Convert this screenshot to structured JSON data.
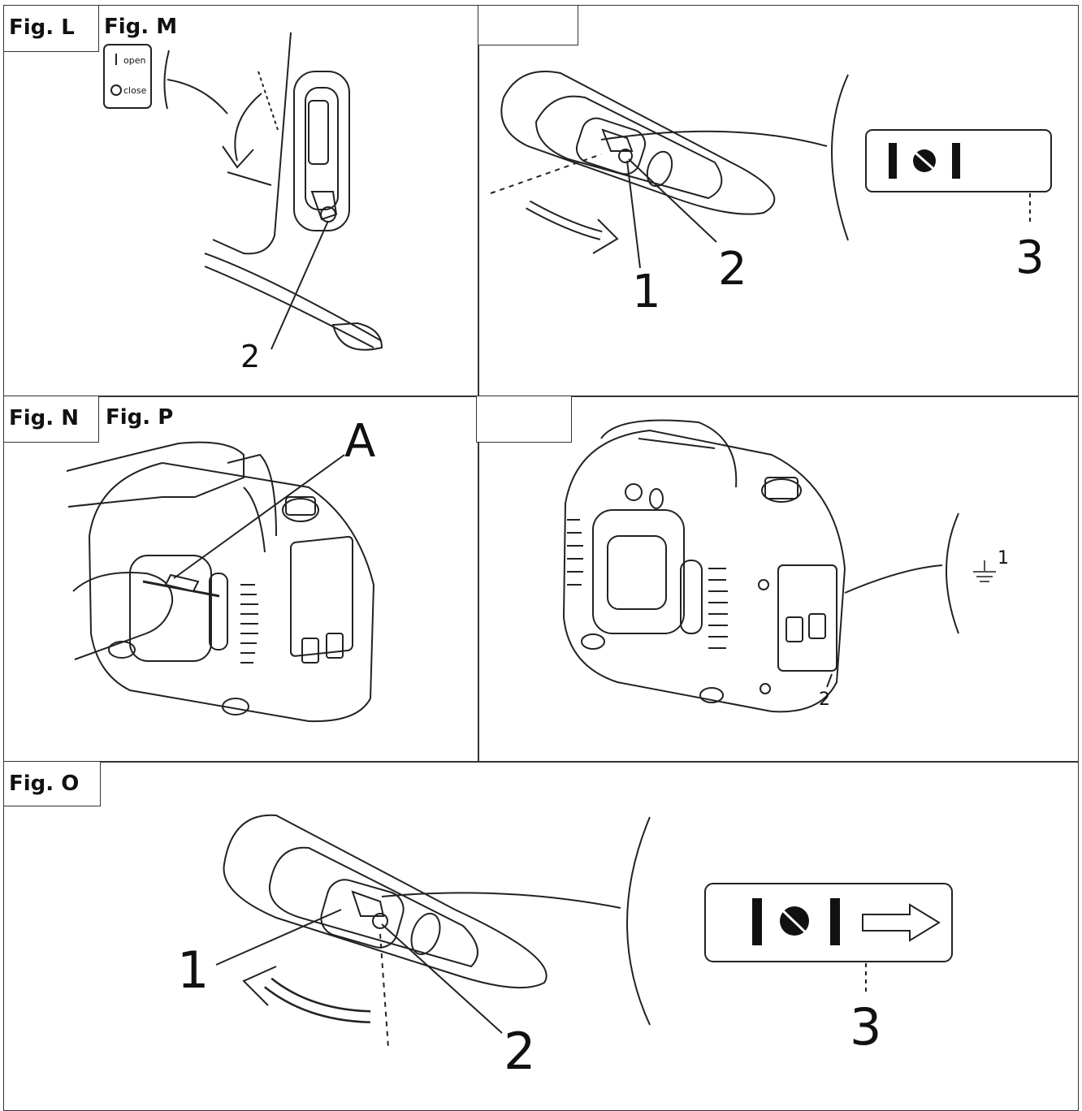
{
  "labels": {
    "fig_l": "Fig. L",
    "fig_m": "Fig. M",
    "fig_n": "Fig. N",
    "fig_p": "Fig. P",
    "fig_o": "Fig. O"
  },
  "sticker_l": {
    "open": "open",
    "close": "close"
  },
  "callouts": {
    "l_2": "2",
    "m_1": "1",
    "m_2": "2",
    "m_3": "3",
    "n_a": "A",
    "p_1": "1",
    "p_2": "2",
    "o_1": "1",
    "o_2": "2",
    "o_3": "3"
  },
  "icons": [
    "fuel-valve-closed-icon",
    "fuel-valve-open-arrow-icon",
    "ground-symbol-icon",
    "rotation-arrow-icon"
  ]
}
